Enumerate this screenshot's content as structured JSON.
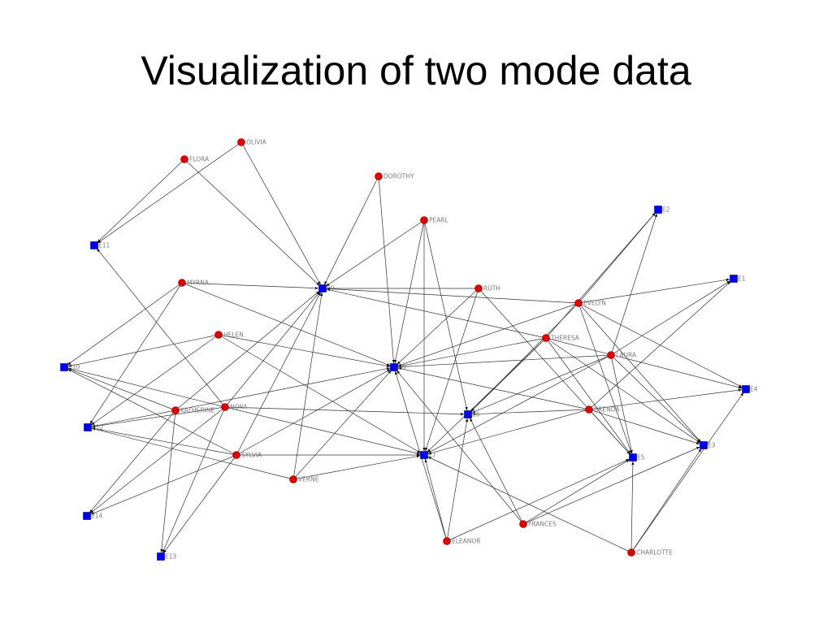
{
  "title": "Visualization of two mode data",
  "colors": {
    "person": "#e00000",
    "event": "#0000ee",
    "edge": "#333333"
  },
  "people": [
    "FLORA",
    "OLIVIA",
    "DOROTHY",
    "PEARL",
    "MYRNA",
    "RUTH",
    "EVELYN",
    "HELEN",
    "THERESA",
    "LAURA",
    "KATHERINE",
    "NORA",
    "BRENDA",
    "SYLVIA",
    "VERNE",
    "ELEANOR",
    "FRANCES",
    "CHARLOTTE"
  ],
  "events": [
    "E1",
    "E2",
    "E3",
    "E4",
    "E5",
    "E6",
    "E7",
    "E8",
    "E9",
    "E10",
    "E11",
    "E12",
    "E13",
    "E14"
  ],
  "edges": [
    [
      "FLORA",
      "E11"
    ],
    [
      "FLORA",
      "E9"
    ],
    [
      "OLIVIA",
      "E11"
    ],
    [
      "OLIVIA",
      "E9"
    ],
    [
      "DOROTHY",
      "E9"
    ],
    [
      "DOROTHY",
      "E8"
    ],
    [
      "PEARL",
      "E9"
    ],
    [
      "PEARL",
      "E8"
    ],
    [
      "PEARL",
      "E7"
    ],
    [
      "PEARL",
      "E6"
    ],
    [
      "MYRNA",
      "E9"
    ],
    [
      "MYRNA",
      "E8"
    ],
    [
      "MYRNA",
      "E12"
    ],
    [
      "MYRNA",
      "E10"
    ],
    [
      "RUTH",
      "E9"
    ],
    [
      "RUTH",
      "E8"
    ],
    [
      "RUTH",
      "E7"
    ],
    [
      "RUTH",
      "E5"
    ],
    [
      "EVELYN",
      "E1"
    ],
    [
      "EVELYN",
      "E2"
    ],
    [
      "EVELYN",
      "E3"
    ],
    [
      "EVELYN",
      "E4"
    ],
    [
      "EVELYN",
      "E5"
    ],
    [
      "EVELYN",
      "E6"
    ],
    [
      "EVELYN",
      "E8"
    ],
    [
      "EVELYN",
      "E9"
    ],
    [
      "HELEN",
      "E10"
    ],
    [
      "HELEN",
      "E12"
    ],
    [
      "HELEN",
      "E8"
    ],
    [
      "HELEN",
      "E7"
    ],
    [
      "THERESA",
      "E2"
    ],
    [
      "THERESA",
      "E3"
    ],
    [
      "THERESA",
      "E4"
    ],
    [
      "THERESA",
      "E5"
    ],
    [
      "THERESA",
      "E6"
    ],
    [
      "THERESA",
      "E7"
    ],
    [
      "THERESA",
      "E8"
    ],
    [
      "THERESA",
      "E9"
    ],
    [
      "LAURA",
      "E1"
    ],
    [
      "LAURA",
      "E2"
    ],
    [
      "LAURA",
      "E3"
    ],
    [
      "LAURA",
      "E5"
    ],
    [
      "LAURA",
      "E6"
    ],
    [
      "LAURA",
      "E7"
    ],
    [
      "LAURA",
      "E8"
    ],
    [
      "KATHERINE",
      "E8"
    ],
    [
      "KATHERINE",
      "E9"
    ],
    [
      "KATHERINE",
      "E10"
    ],
    [
      "KATHERINE",
      "E12"
    ],
    [
      "KATHERINE",
      "E13"
    ],
    [
      "KATHERINE",
      "E14"
    ],
    [
      "NORA",
      "E6"
    ],
    [
      "NORA",
      "E7"
    ],
    [
      "NORA",
      "E9"
    ],
    [
      "NORA",
      "E10"
    ],
    [
      "NORA",
      "E11"
    ],
    [
      "NORA",
      "E12"
    ],
    [
      "NORA",
      "E13"
    ],
    [
      "NORA",
      "E14"
    ],
    [
      "BRENDA",
      "E1"
    ],
    [
      "BRENDA",
      "E3"
    ],
    [
      "BRENDA",
      "E4"
    ],
    [
      "BRENDA",
      "E5"
    ],
    [
      "BRENDA",
      "E6"
    ],
    [
      "BRENDA",
      "E7"
    ],
    [
      "BRENDA",
      "E8"
    ],
    [
      "SYLVIA",
      "E7"
    ],
    [
      "SYLVIA",
      "E8"
    ],
    [
      "SYLVIA",
      "E9"
    ],
    [
      "SYLVIA",
      "E10"
    ],
    [
      "SYLVIA",
      "E12"
    ],
    [
      "SYLVIA",
      "E13"
    ],
    [
      "SYLVIA",
      "E14"
    ],
    [
      "VERNE",
      "E7"
    ],
    [
      "VERNE",
      "E8"
    ],
    [
      "VERNE",
      "E9"
    ],
    [
      "VERNE",
      "E12"
    ],
    [
      "ELEANOR",
      "E5"
    ],
    [
      "ELEANOR",
      "E6"
    ],
    [
      "ELEANOR",
      "E7"
    ],
    [
      "ELEANOR",
      "E8"
    ],
    [
      "FRANCES",
      "E3"
    ],
    [
      "FRANCES",
      "E5"
    ],
    [
      "FRANCES",
      "E6"
    ],
    [
      "FRANCES",
      "E8"
    ],
    [
      "CHARLOTTE",
      "E3"
    ],
    [
      "CHARLOTTE",
      "E4"
    ],
    [
      "CHARLOTTE",
      "E5"
    ],
    [
      "CHARLOTTE",
      "E7"
    ]
  ]
}
